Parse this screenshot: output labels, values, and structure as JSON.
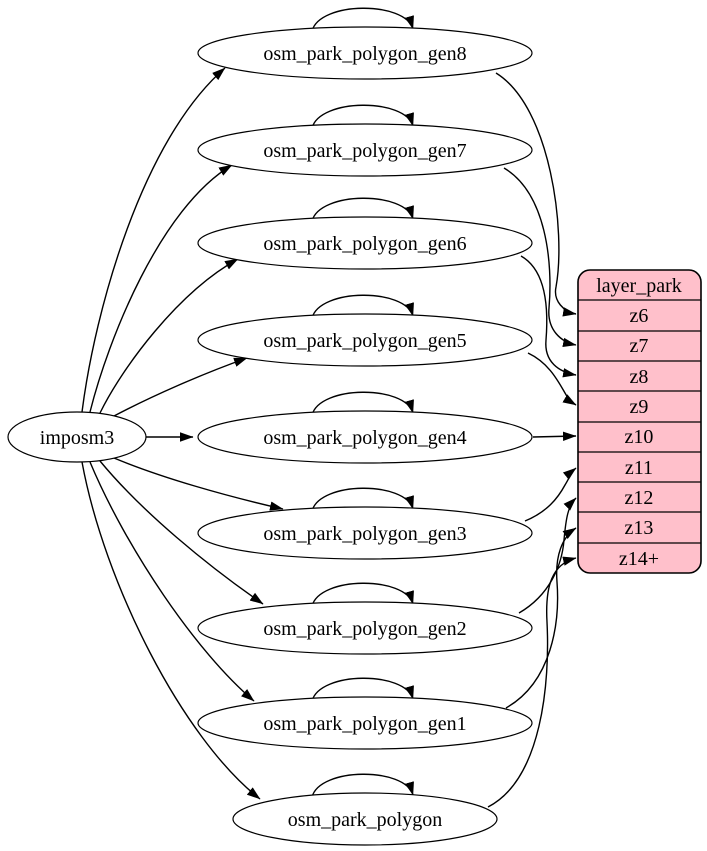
{
  "graph": {
    "source_node": {
      "label": "imposm3"
    },
    "table_nodes": [
      {
        "label": "osm_park_polygon_gen8"
      },
      {
        "label": "osm_park_polygon_gen7"
      },
      {
        "label": "osm_park_polygon_gen6"
      },
      {
        "label": "osm_park_polygon_gen5"
      },
      {
        "label": "osm_park_polygon_gen4"
      },
      {
        "label": "osm_park_polygon_gen3"
      },
      {
        "label": "osm_park_polygon_gen2"
      },
      {
        "label": "osm_park_polygon_gen1"
      },
      {
        "label": "osm_park_polygon"
      }
    ],
    "layer_table": {
      "header": "layer_park",
      "rows": [
        "z6",
        "z7",
        "z8",
        "z9",
        "z10",
        "z11",
        "z12",
        "z13",
        "z14+"
      ],
      "fill_color": "#ffc0cb",
      "border_color": "#000000"
    },
    "edges": {
      "from_source": [
        "osm_park_polygon_gen8",
        "osm_park_polygon_gen7",
        "osm_park_polygon_gen6",
        "osm_park_polygon_gen5",
        "osm_park_polygon_gen4",
        "osm_park_polygon_gen3",
        "osm_park_polygon_gen2",
        "osm_park_polygon_gen1",
        "osm_park_polygon"
      ],
      "self_loops": [
        "osm_park_polygon_gen8",
        "osm_park_polygon_gen7",
        "osm_park_polygon_gen6",
        "osm_park_polygon_gen5",
        "osm_park_polygon_gen4",
        "osm_park_polygon_gen3",
        "osm_park_polygon_gen2",
        "osm_park_polygon_gen1",
        "osm_park_polygon"
      ],
      "to_layer_rows": [
        {
          "from": "osm_park_polygon_gen8",
          "to": "z6"
        },
        {
          "from": "osm_park_polygon_gen7",
          "to": "z7"
        },
        {
          "from": "osm_park_polygon_gen6",
          "to": "z8"
        },
        {
          "from": "osm_park_polygon_gen5",
          "to": "z9"
        },
        {
          "from": "osm_park_polygon_gen4",
          "to": "z10"
        },
        {
          "from": "osm_park_polygon_gen3",
          "to": "z11"
        },
        {
          "from": "osm_park_polygon_gen2",
          "to": "z12"
        },
        {
          "from": "osm_park_polygon_gen1",
          "to": "z13"
        },
        {
          "from": "osm_park_polygon",
          "to": "z14+"
        }
      ]
    },
    "colors": {
      "edge": "#000000",
      "node_fill": "#ffffff",
      "text": "#000000"
    }
  }
}
